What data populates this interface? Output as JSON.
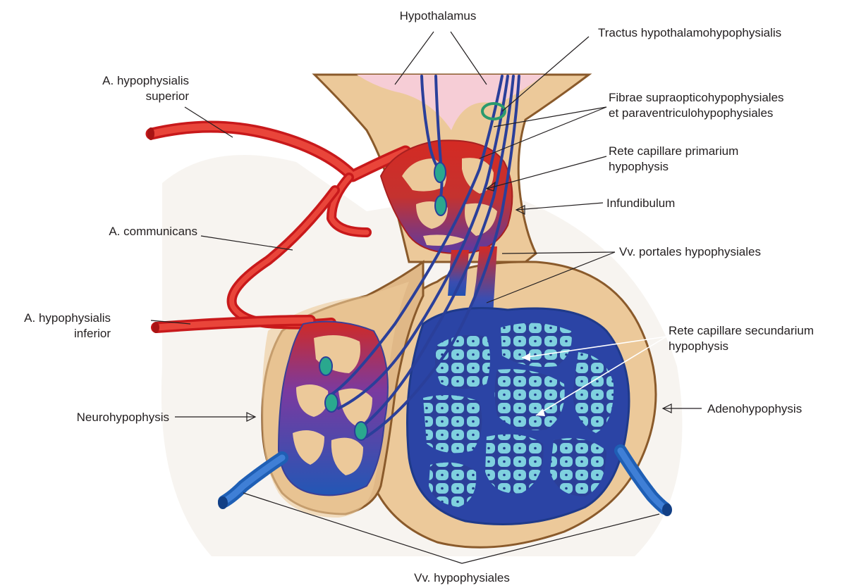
{
  "labels": {
    "hypothalamus": "Hypothalamus",
    "tractus": "Tractus hypothalamohypophysialis",
    "a_hyp_sup_1": "A. hypophysialis",
    "a_hyp_sup_2": "superior",
    "fibrae_1": "Fibrae supraopticohypophysiales",
    "fibrae_2": "et paraventriculohypophysiales",
    "rete_prim_1": "Rete capillare primarium",
    "rete_prim_2": "hypophysis",
    "infundibulum": "Infundibulum",
    "a_communicans": "A. communicans",
    "vv_portales": "Vv. portales hypophysiales",
    "a_hyp_inf_1": "A. hypophysialis",
    "a_hyp_inf_2": "inferior",
    "rete_sec_1": "Rete capillare secundarium",
    "rete_sec_2": "hypophysis",
    "neurohypophysis": "Neurohypophysis",
    "adenohypophysis": "Adenohypophysis",
    "vv_hypophysiales": "Vv. hypophysiales"
  },
  "colors": {
    "artery": "#d42a23",
    "vein": "#1f5fb5",
    "tissue": "#ecc99a",
    "tissue_outline": "#8a5a2b",
    "hypothalamus": "#f6cdd6",
    "cells": "#7fd1df",
    "nerve_fiber": "#2a3f9a",
    "neuron_body": "#2aa88e"
  }
}
